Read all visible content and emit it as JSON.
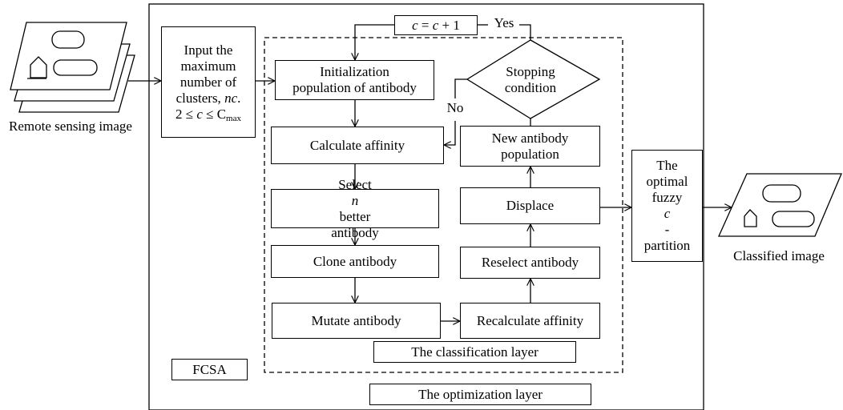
{
  "input": {
    "label": "Remote sensing image"
  },
  "nodes": {
    "input_params": {
      "line1": "Input the",
      "line2": "maximum",
      "line3": "number of",
      "line4": "clusters, ",
      "line4_var": "nc",
      "line4_end": ".",
      "line5_a": "2 ≤ ",
      "line5_c": "c",
      "line5_b": " ≤ C",
      "line5_sub": "max"
    },
    "increment": {
      "prefix": "c",
      "suffix": " = ",
      "var": "c",
      "tail": " + 1"
    },
    "init": {
      "line1": "Initialization",
      "line2": "population of antibody"
    },
    "stopping": {
      "line1": "Stopping",
      "line2": "condition"
    },
    "calc_affinity": "Calculate affinity",
    "select": {
      "line1_a": "Select ",
      "line1_var": "n",
      "line1_b": " better",
      "line2": "antibody"
    },
    "clone": "Clone antibody",
    "mutate": "Mutate antibody",
    "recalc": "Recalculate affinity",
    "reselect": "Reselect antibody",
    "displace": "Displace",
    "new_pop": {
      "line1": "New antibody",
      "line2": "population"
    },
    "optimal": {
      "line1": "The",
      "line2": "optimal",
      "line3": "fuzzy",
      "line4_var": "c",
      "line4": "-",
      "line5": "partition"
    }
  },
  "edge_labels": {
    "yes": "Yes",
    "no": "No"
  },
  "layers": {
    "classification": "The classification layer",
    "optimization": "The optimization layer",
    "fcsa": "FCSA"
  },
  "output": {
    "label": "Classified image"
  }
}
